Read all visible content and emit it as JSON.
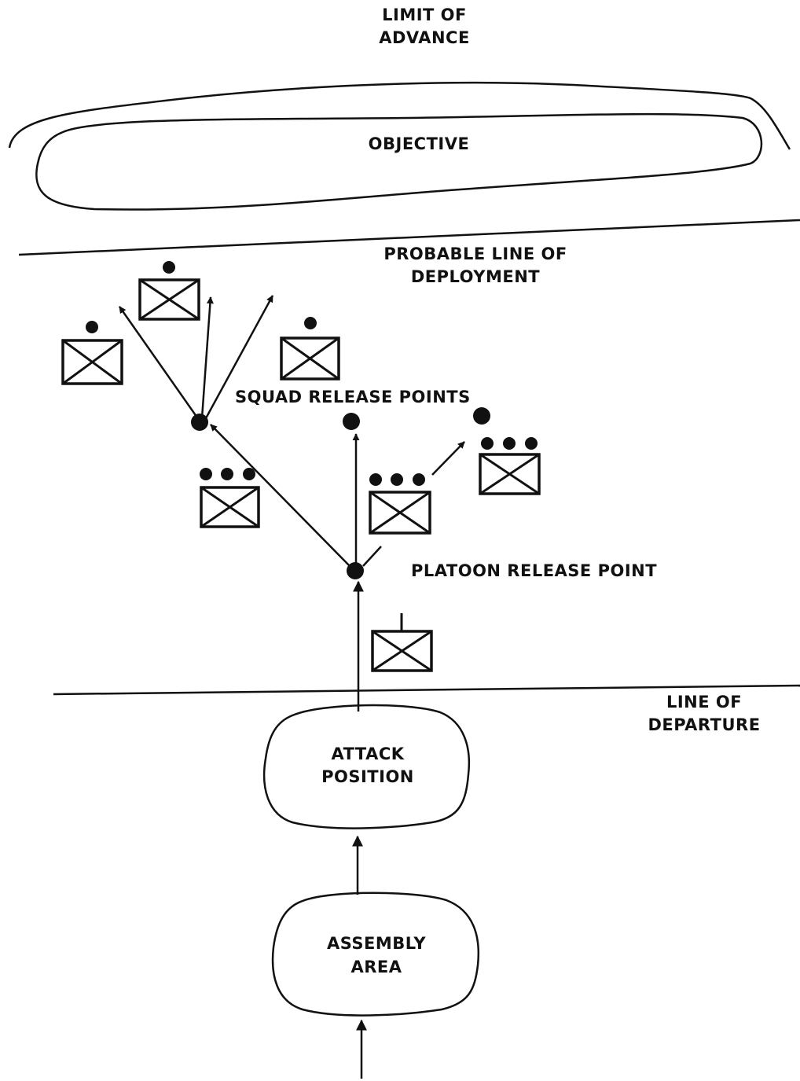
{
  "labels": {
    "limit_of_advance": [
      "LIMIT OF",
      "ADVANCE"
    ],
    "objective": "OBJECTIVE",
    "probable_line_of_deployment": [
      "PROBABLE LINE OF",
      "DEPLOYMENT"
    ],
    "squad_release_points": "SQUAD RELEASE POINTS",
    "platoon_release_point": "PLATOON RELEASE POINT",
    "line_of_departure": [
      "LINE OF",
      "DEPARTURE"
    ],
    "attack_position": [
      "ATTACK",
      "POSITION"
    ],
    "assembly_area": [
      "ASSEMBLY",
      "AREA"
    ]
  },
  "symbols": {
    "squad_unit": "infantry-squad (one dot)",
    "platoon_unit": "infantry-platoon (three dots)",
    "company_unit": "infantry-company (one bar)"
  },
  "colors": {
    "ink": "#111111",
    "paper": "#ffffff"
  }
}
